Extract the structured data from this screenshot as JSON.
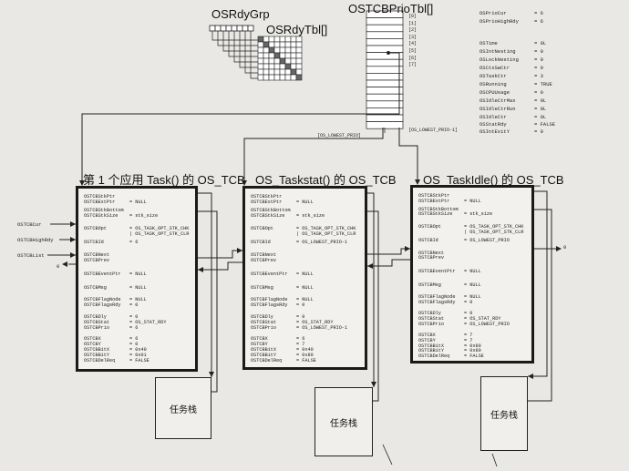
{
  "header": {
    "rdy_grp": "OSRdyGrp",
    "rdy_tbl": "OSRdyTbl[]",
    "prio_tbl": "OSTCBPrioTbl[]"
  },
  "prio_indices": [
    "[0]",
    "[1]",
    "[2]",
    "[3]",
    "[4]",
    "[5]",
    "[6]",
    "[7]"
  ],
  "prio_lowest": "[OS_LOWEST_PRIO]",
  "prio_lowest_minus1": "[OS_LOWEST_PRIO-1]",
  "globals": [
    {
      "name": "OSPrioCur",
      "value": "= 6"
    },
    {
      "name": "OSPrioHighRdy",
      "value": "= 6"
    },
    {
      "name": "OSTime",
      "value": "= 0L"
    },
    {
      "name": "OSIntNesting",
      "value": "= 0"
    },
    {
      "name": "OSLockNesting",
      "value": "= 0"
    },
    {
      "name": "OSCtxSwCtr",
      "value": "= 0"
    },
    {
      "name": "OSTaskCtr",
      "value": "= 3"
    },
    {
      "name": "OSRunning",
      "value": "= TRUE"
    },
    {
      "name": "OSCPUUsage",
      "value": "= 0"
    },
    {
      "name": "OSIdleCtrMax",
      "value": "= 0L"
    },
    {
      "name": "OSIdleCtrRun",
      "value": "= 0L"
    },
    {
      "name": "OSIdleCtr",
      "value": "= 0L"
    },
    {
      "name": "OSStatRdy",
      "value": "= FALSE"
    },
    {
      "name": "OSIntExitY",
      "value": "= 0"
    }
  ],
  "left_pointers": [
    "OSTCBCur",
    "OSTCBHighRdy",
    "OSTCBList"
  ],
  "zero_marks": [
    "0",
    "0"
  ],
  "tcbs": [
    {
      "title": "第 1 个应用 Task() 的 OS_TCB",
      "fields": [
        {
          "name": "OSTCBStkPtr",
          "value": ""
        },
        {
          "name": "OSTCBExtPtr",
          "value": "= NULL"
        },
        {
          "name": "OSTCBStkBottom",
          "value": ""
        },
        {
          "name": "OSTCBStkSize",
          "value": "= stk_size"
        },
        {
          "name": "OSTCBOpt",
          "value": "= OS_TASK_OPT_STK_CHK"
        },
        {
          "name": "",
          "value": "| OS_TASK_OPT_STK_CLR"
        },
        {
          "name": "OSTCBId",
          "value": "= 6"
        },
        {
          "name": "OSTCBNext",
          "value": ""
        },
        {
          "name": "OSTCBPrev",
          "value": ""
        },
        {
          "name": "OSTCBEventPtr",
          "value": "= NULL"
        },
        {
          "name": "OSTCBMsg",
          "value": "= NULL"
        },
        {
          "name": "OSTCBFlagNode",
          "value": "= NULL"
        },
        {
          "name": "OSTCBFlagsRdy",
          "value": "= 0"
        },
        {
          "name": "OSTCBDly",
          "value": "= 0"
        },
        {
          "name": "OSTCBStat",
          "value": "= OS_STAT_RDY"
        },
        {
          "name": "OSTCBPrio",
          "value": "= 6"
        },
        {
          "name": "OSTCBX",
          "value": "= 6"
        },
        {
          "name": "OSTCBY",
          "value": "= 0"
        },
        {
          "name": "OSTCBBitX",
          "value": "= 0x40"
        },
        {
          "name": "OSTCBBitY",
          "value": "= 0x01"
        },
        {
          "name": "OSTCBDelReq",
          "value": "= FALSE"
        }
      ],
      "stack": "任务栈"
    },
    {
      "title": "OS_Taskstat() 的 OS_TCB",
      "fields": [
        {
          "name": "OSTCBStkPtr",
          "value": ""
        },
        {
          "name": "OSTCBExtPtr",
          "value": "= NULL"
        },
        {
          "name": "OSTCBStkBottom",
          "value": ""
        },
        {
          "name": "OSTCBStkSize",
          "value": "= stk_size"
        },
        {
          "name": "OSTCBOpt",
          "value": "= OS_TASK_OPT_STK_CHK"
        },
        {
          "name": "",
          "value": "| OS_TASK_OPT_STK_CLR"
        },
        {
          "name": "OSTCBId",
          "value": "= OS_LOWEST_PRIO-1"
        },
        {
          "name": "OSTCBNext",
          "value": ""
        },
        {
          "name": "OSTCBPrev",
          "value": ""
        },
        {
          "name": "OSTCBEventPtr",
          "value": "= NULL"
        },
        {
          "name": "OSTCBMsg",
          "value": "= NULL"
        },
        {
          "name": "OSTCBFlagNode",
          "value": "= NULL"
        },
        {
          "name": "OSTCBFlagsRdy",
          "value": "= 0"
        },
        {
          "name": "OSTCBDly",
          "value": "= 0"
        },
        {
          "name": "OSTCBStat",
          "value": "= OS_STAT_RDY"
        },
        {
          "name": "OSTCBPrio",
          "value": "= OS_LOWEST_PRIO-1"
        },
        {
          "name": "OSTCBX",
          "value": "= 6"
        },
        {
          "name": "OSTCBY",
          "value": "= 7"
        },
        {
          "name": "OSTCBBitX",
          "value": "= 0x40"
        },
        {
          "name": "OSTCBBitY",
          "value": "= 0x80"
        },
        {
          "name": "OSTCBDelReq",
          "value": "= FALSE"
        }
      ],
      "stack": "任务栈"
    },
    {
      "title": "OS_TaskIdle() 的 OS_TCB",
      "fields": [
        {
          "name": "OSTCBStkPtr",
          "value": ""
        },
        {
          "name": "OSTCBExtPtr",
          "value": "= NULL"
        },
        {
          "name": "OSTCBStkBottom",
          "value": ""
        },
        {
          "name": "OSTCBStkSize",
          "value": "= stk_size"
        },
        {
          "name": "OSTCBOpt",
          "value": "= OS_TASK_OPT_STK_CHK"
        },
        {
          "name": "",
          "value": "| OS_TASK_OPT_STK_CLR"
        },
        {
          "name": "OSTCBId",
          "value": "= OS_LOWEST_PRIO"
        },
        {
          "name": "OSTCBNext",
          "value": ""
        },
        {
          "name": "OSTCBPrev",
          "value": ""
        },
        {
          "name": "OSTCBEventPtr",
          "value": "= NULL"
        },
        {
          "name": "OSTCBMsg",
          "value": "= NULL"
        },
        {
          "name": "OSTCBFlagNode",
          "value": "= NULL"
        },
        {
          "name": "OSTCBFlagsRdy",
          "value": "= 0"
        },
        {
          "name": "OSTCBDly",
          "value": "= 0"
        },
        {
          "name": "OSTCBStat",
          "value": "= OS_STAT_RDY"
        },
        {
          "name": "OSTCBPrio",
          "value": "= OS_LOWEST_PRIO"
        },
        {
          "name": "OSTCBX",
          "value": "= 7"
        },
        {
          "name": "OSTCBY",
          "value": "= 7"
        },
        {
          "name": "OSTCBBitX",
          "value": "= 0x80"
        },
        {
          "name": "OSTCBBitY",
          "value": "= 0x80"
        },
        {
          "name": "OSTCBDelReq",
          "value": "= FALSE"
        }
      ],
      "stack": "任务栈"
    }
  ]
}
